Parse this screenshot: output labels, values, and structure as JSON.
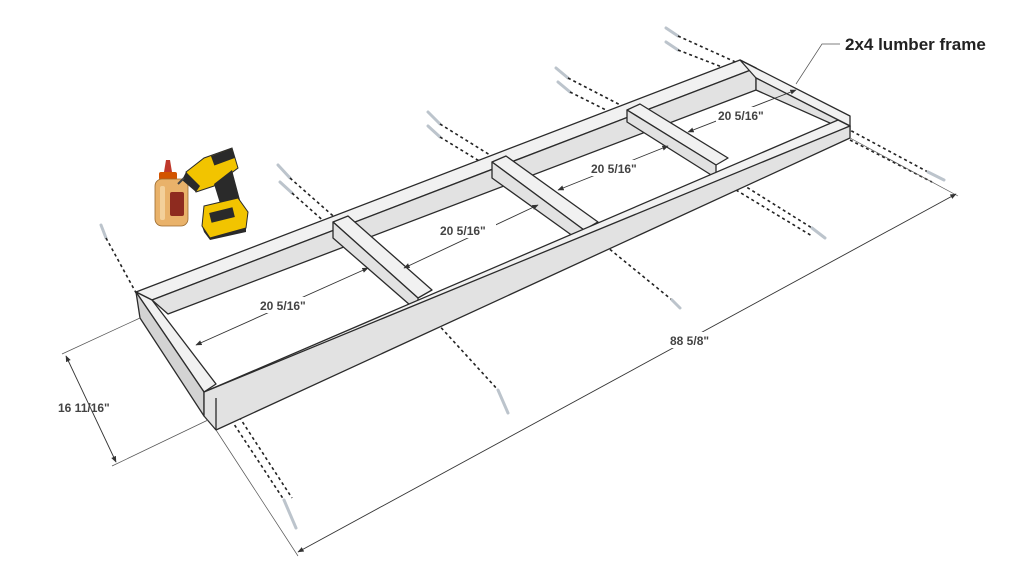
{
  "callout": {
    "label": "2x4 lumber frame"
  },
  "dimensions": {
    "bay_1": "20 5/16\"",
    "bay_2": "20 5/16\"",
    "bay_3": "20 5/16\"",
    "bay_4": "20 5/16\"",
    "overall_length": "88 5/8\"",
    "overall_width": "16 11/16\""
  },
  "colors": {
    "wood_top": "#f1f1f1",
    "wood_side": "#e2e2e2",
    "outline": "#2b2b2b",
    "glue_bottle": "#e9b26a",
    "drill_body": "#f2c400",
    "drill_dark": "#2a2a2a"
  },
  "tools": [
    "wood-glue-bottle-icon",
    "cordless-drill-icon"
  ]
}
